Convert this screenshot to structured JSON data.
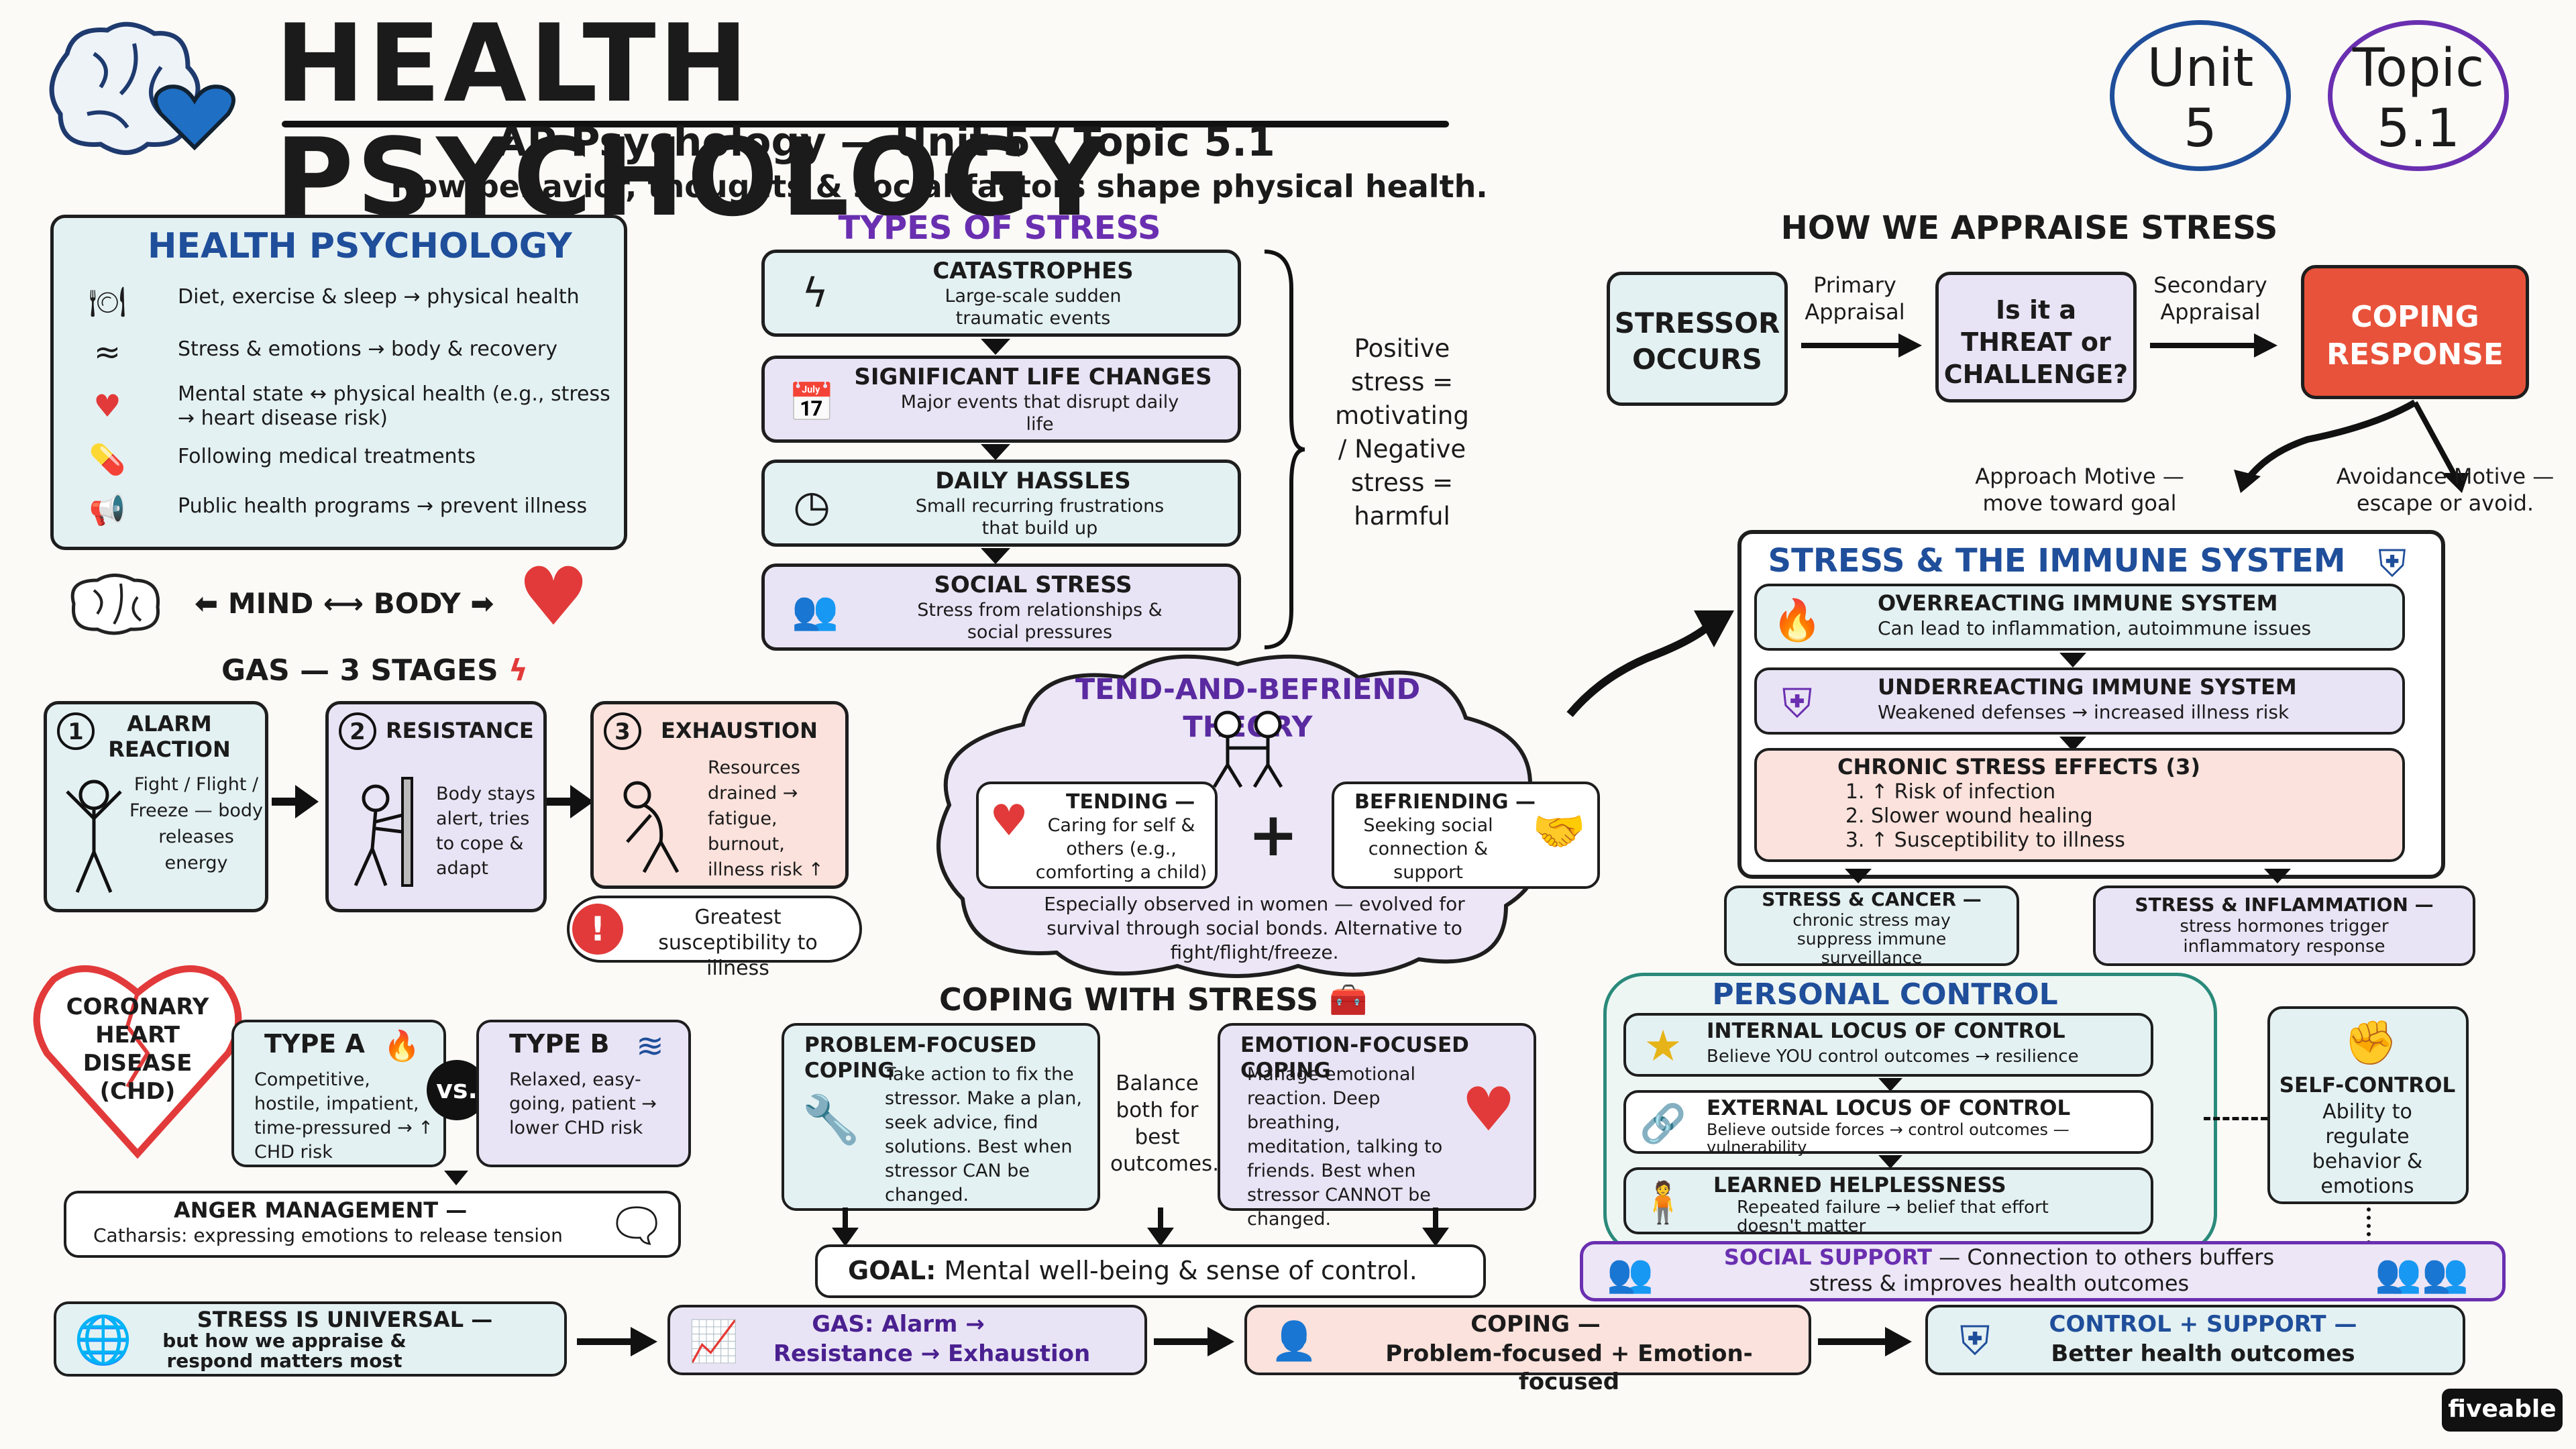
{
  "header": {
    "title": "HEALTH PSYCHOLOGY",
    "subtitle": "AP Psychology — Unit 5 / Topic 5.1",
    "tagline": "How behavior, thoughts & social factors shape physical health.",
    "unit_label": "Unit",
    "unit_value": "5",
    "topic_label": "Topic",
    "topic_value": "5.1"
  },
  "health_psych": {
    "title": "HEALTH PSYCHOLOGY",
    "items": [
      "Diet, exercise & sleep → physical health",
      "Stress & emotions → body & recovery",
      "Mental state ↔ physical health (e.g., stress → heart disease risk)",
      "Following medical treatments",
      "Public health programs → prevent illness"
    ],
    "mind": "MIND",
    "body": "BODY"
  },
  "types_of_stress": {
    "title": "TYPES OF STRESS",
    "items": [
      {
        "title": "CATASTROPHES",
        "desc": "Large-scale sudden traumatic events"
      },
      {
        "title": "SIGNIFICANT LIFE CHANGES",
        "desc": "Major events that disrupt daily life"
      },
      {
        "title": "DAILY HASSLES",
        "desc": "Small recurring frustrations that build up"
      },
      {
        "title": "SOCIAL STRESS",
        "desc": "Stress from relationships & social pressures"
      }
    ],
    "side_note": "Positive stress = motivating / Negative stress = harmful"
  },
  "appraisal": {
    "title": "HOW WE APPRAISE STRESS",
    "stressor": "STRESSOR OCCURS",
    "primary": "Primary Appraisal",
    "threat": "Is it a THREAT or CHALLENGE?",
    "secondary": "Secondary Appraisal",
    "coping": "COPING RESPONSE",
    "approach": "Approach Motive — move toward goal",
    "avoidance": "Avoidance Motive — escape or avoid."
  },
  "gas": {
    "title": "GAS — 3 STAGES",
    "stages": [
      {
        "num": "1",
        "title": "ALARM REACTION",
        "desc": "Fight / Flight / Freeze — body releases energy"
      },
      {
        "num": "2",
        "title": "RESISTANCE",
        "desc": "Body stays alert, tries to cope & adapt"
      },
      {
        "num": "3",
        "title": "EXHAUSTION",
        "desc": "Resources drained → fatigue, burnout, illness risk ↑"
      }
    ],
    "note": "Greatest susceptibility to illness"
  },
  "tend": {
    "title": "TEND-AND-BEFRIEND THEORY",
    "tending_title": "TENDING —",
    "tending_desc": "Caring for self & others (e.g., comforting a child)",
    "befriending_title": "BEFRIENDING —",
    "befriending_desc": "Seeking social connection & support",
    "plus": "+",
    "note": "Especially observed in women — evolved for survival through social bonds. Alternative to fight/flight/freeze."
  },
  "immune": {
    "title": "STRESS & THE IMMUNE SYSTEM",
    "over_title": "OVERREACTING IMMUNE SYSTEM",
    "over_desc": "Can lead to inflammation, autoimmune issues",
    "under_title": "UNDERREACTING IMMUNE SYSTEM",
    "under_desc": "Weakened defenses → increased illness risk",
    "chronic_title": "CHRONIC STRESS EFFECTS (3)",
    "chronic_items": [
      "↑ Risk of infection",
      "Slower wound healing",
      "↑ Susceptibility to illness"
    ],
    "cancer_title": "STRESS & CANCER —",
    "cancer_desc": "chronic stress may suppress immune surveillance",
    "inflam_title": "STRESS & INFLAMMATION —",
    "inflam_desc": "stress hormones trigger inflammatory response"
  },
  "chd": {
    "heart": "CORONARY HEART DISEASE (CHD)",
    "type_a_title": "TYPE A",
    "type_a_desc": "Competitive, hostile, impatient, time-pressured → ↑ CHD risk",
    "vs": "vs.",
    "type_b_title": "TYPE B",
    "type_b_desc": "Relaxed, easy-going, patient → lower CHD risk",
    "anger_title": "ANGER MANAGEMENT —",
    "anger_desc": "Catharsis: expressing emotions to release tension"
  },
  "coping": {
    "title": "COPING WITH STRESS",
    "problem_title": "PROBLEM-FOCUSED COPING",
    "problem_desc": "Take action to fix the stressor. Make a plan, seek advice, find solutions. Best when stressor CAN be changed.",
    "balance": "Balance both for best outcomes.",
    "emotion_title": "EMOTION-FOCUSED COPING",
    "emotion_desc": "Manage emotional reaction. Deep breathing, meditation, talking to friends. Best when stressor CANNOT be changed.",
    "goal_label": "GOAL:",
    "goal_text": "Mental well-being & sense of control."
  },
  "control": {
    "title": "PERSONAL CONTROL",
    "internal_title": "INTERNAL LOCUS OF CONTROL",
    "internal_desc": "Believe YOU control outcomes → resilience",
    "external_title": "EXTERNAL LOCUS OF CONTROL",
    "external_desc": "Believe outside forces → control outcomes — vulnerability",
    "learned_title": "LEARNED HELPLESSNESS",
    "learned_desc": "Repeated failure → belief that effort doesn't matter",
    "self_title": "SELF-CONTROL",
    "self_desc": "Ability to regulate behavior & emotions",
    "social_title": "SOCIAL SUPPORT",
    "social_desc": "— Connection to others buffers stress & improves health outcomes"
  },
  "summary": [
    {
      "title": "STRESS IS UNIVERSAL —",
      "desc": "but how we appraise & respond matters most"
    },
    {
      "title": "GAS: Alarm →",
      "desc": "Resistance → Exhaustion"
    },
    {
      "title": "COPING —",
      "desc": "Problem-focused + Emotion-focused"
    },
    {
      "title": "CONTROL + SUPPORT —",
      "desc": "Better health outcomes"
    }
  ],
  "brand": "fiveable",
  "colors": {
    "accent_blue": "#1f4e9a",
    "accent_purple": "#6a2fb0",
    "coping_red": "#e8523a",
    "heart_red": "#e23a3a"
  }
}
